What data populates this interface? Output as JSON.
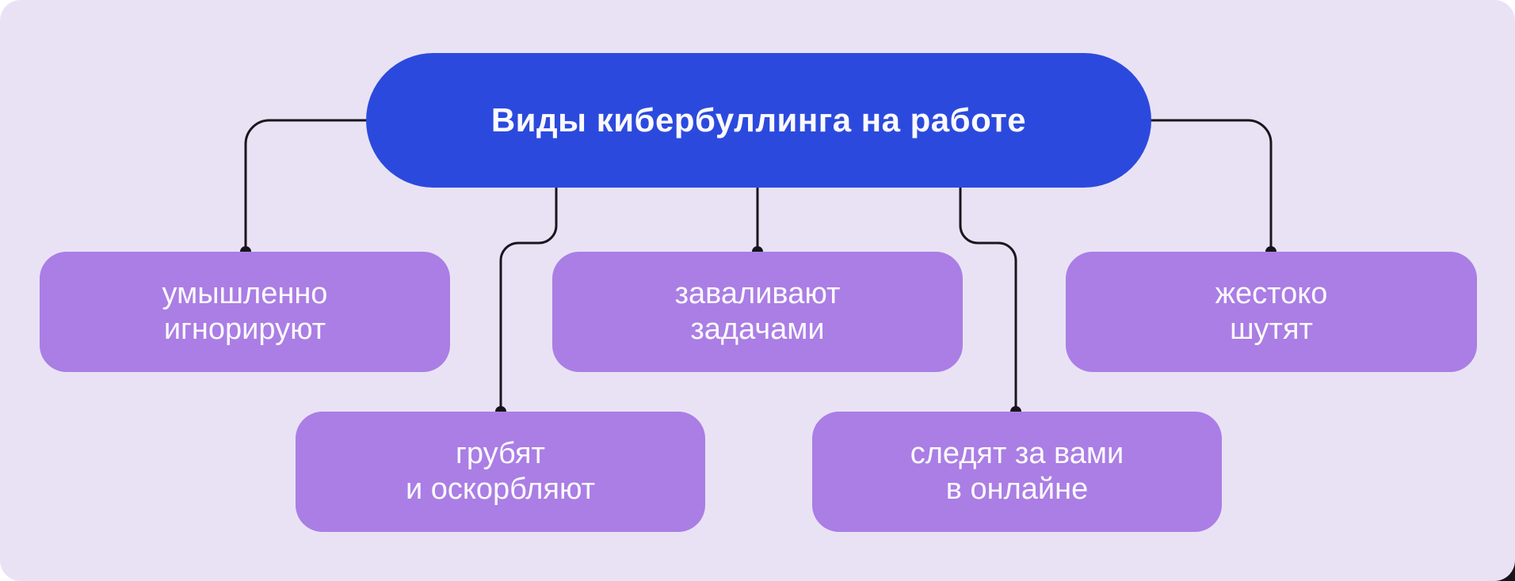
{
  "title": "Виды кибербуллинга на работе",
  "nodes": [
    {
      "id": "ignore",
      "lines": [
        "умышленно",
        "игнорируют"
      ]
    },
    {
      "id": "overload",
      "lines": [
        "заваливают",
        "задачами"
      ]
    },
    {
      "id": "jokes",
      "lines": [
        "жестоко",
        "шутят"
      ]
    },
    {
      "id": "insult",
      "lines": [
        "грубят",
        "и оскорбляют"
      ]
    },
    {
      "id": "stalk",
      "lines": [
        "следят за вами",
        "в онлайне"
      ]
    }
  ],
  "colors": {
    "canvas_background": "#E9E2F5",
    "page_background": "#FFFFFF",
    "root_node": "#2B4ADD",
    "child_node": "#AA7EE4",
    "connector_line": "#19161C",
    "text": "#FCFAFF"
  }
}
